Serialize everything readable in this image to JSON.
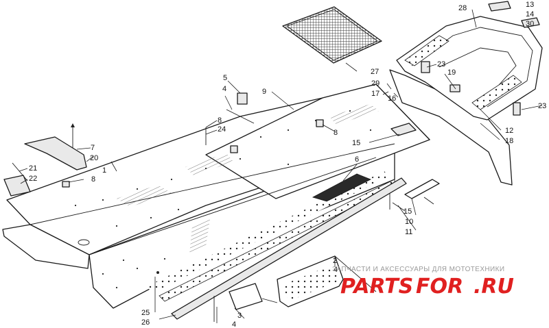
{
  "diagram": {
    "callouts": [
      {
        "id": "c1",
        "label": "1"
      },
      {
        "id": "c2",
        "label": "2"
      },
      {
        "id": "c3",
        "label": "3"
      },
      {
        "id": "c4a",
        "label": "4"
      },
      {
        "id": "c4b",
        "label": "4"
      },
      {
        "id": "c4c",
        "label": "4"
      },
      {
        "id": "c5",
        "label": "5"
      },
      {
        "id": "c6",
        "label": "6"
      },
      {
        "id": "c7",
        "label": "7"
      },
      {
        "id": "c8a",
        "label": "8"
      },
      {
        "id": "c8b",
        "label": "8"
      },
      {
        "id": "c8c",
        "label": "8"
      },
      {
        "id": "c9",
        "label": "9"
      },
      {
        "id": "c10",
        "label": "10"
      },
      {
        "id": "c11",
        "label": "11"
      },
      {
        "id": "c12",
        "label": "12"
      },
      {
        "id": "c13",
        "label": "13"
      },
      {
        "id": "c14",
        "label": "14"
      },
      {
        "id": "c15a",
        "label": "15"
      },
      {
        "id": "c15b",
        "label": "15"
      },
      {
        "id": "c16",
        "label": "16"
      },
      {
        "id": "c17",
        "label": "17"
      },
      {
        "id": "c18",
        "label": "18"
      },
      {
        "id": "c19",
        "label": "19"
      },
      {
        "id": "c20",
        "label": "20"
      },
      {
        "id": "c21",
        "label": "21"
      },
      {
        "id": "c22",
        "label": "22"
      },
      {
        "id": "c23a",
        "label": "23"
      },
      {
        "id": "c23b",
        "label": "23"
      },
      {
        "id": "c24",
        "label": "24"
      },
      {
        "id": "c25",
        "label": "25"
      },
      {
        "id": "c26",
        "label": "26"
      },
      {
        "id": "c27",
        "label": "27"
      },
      {
        "id": "c28",
        "label": "28"
      },
      {
        "id": "c29",
        "label": "29"
      },
      {
        "id": "c30",
        "label": "30"
      }
    ]
  },
  "watermark": {
    "tagline": "ЗАПЧАСТИ И АКСЕССУАРЫ ДЛЯ МОТОТЕХНИКИ",
    "logo_left": "PARTS",
    "logo_right": "FOR",
    "logo_domain": ".RU"
  }
}
